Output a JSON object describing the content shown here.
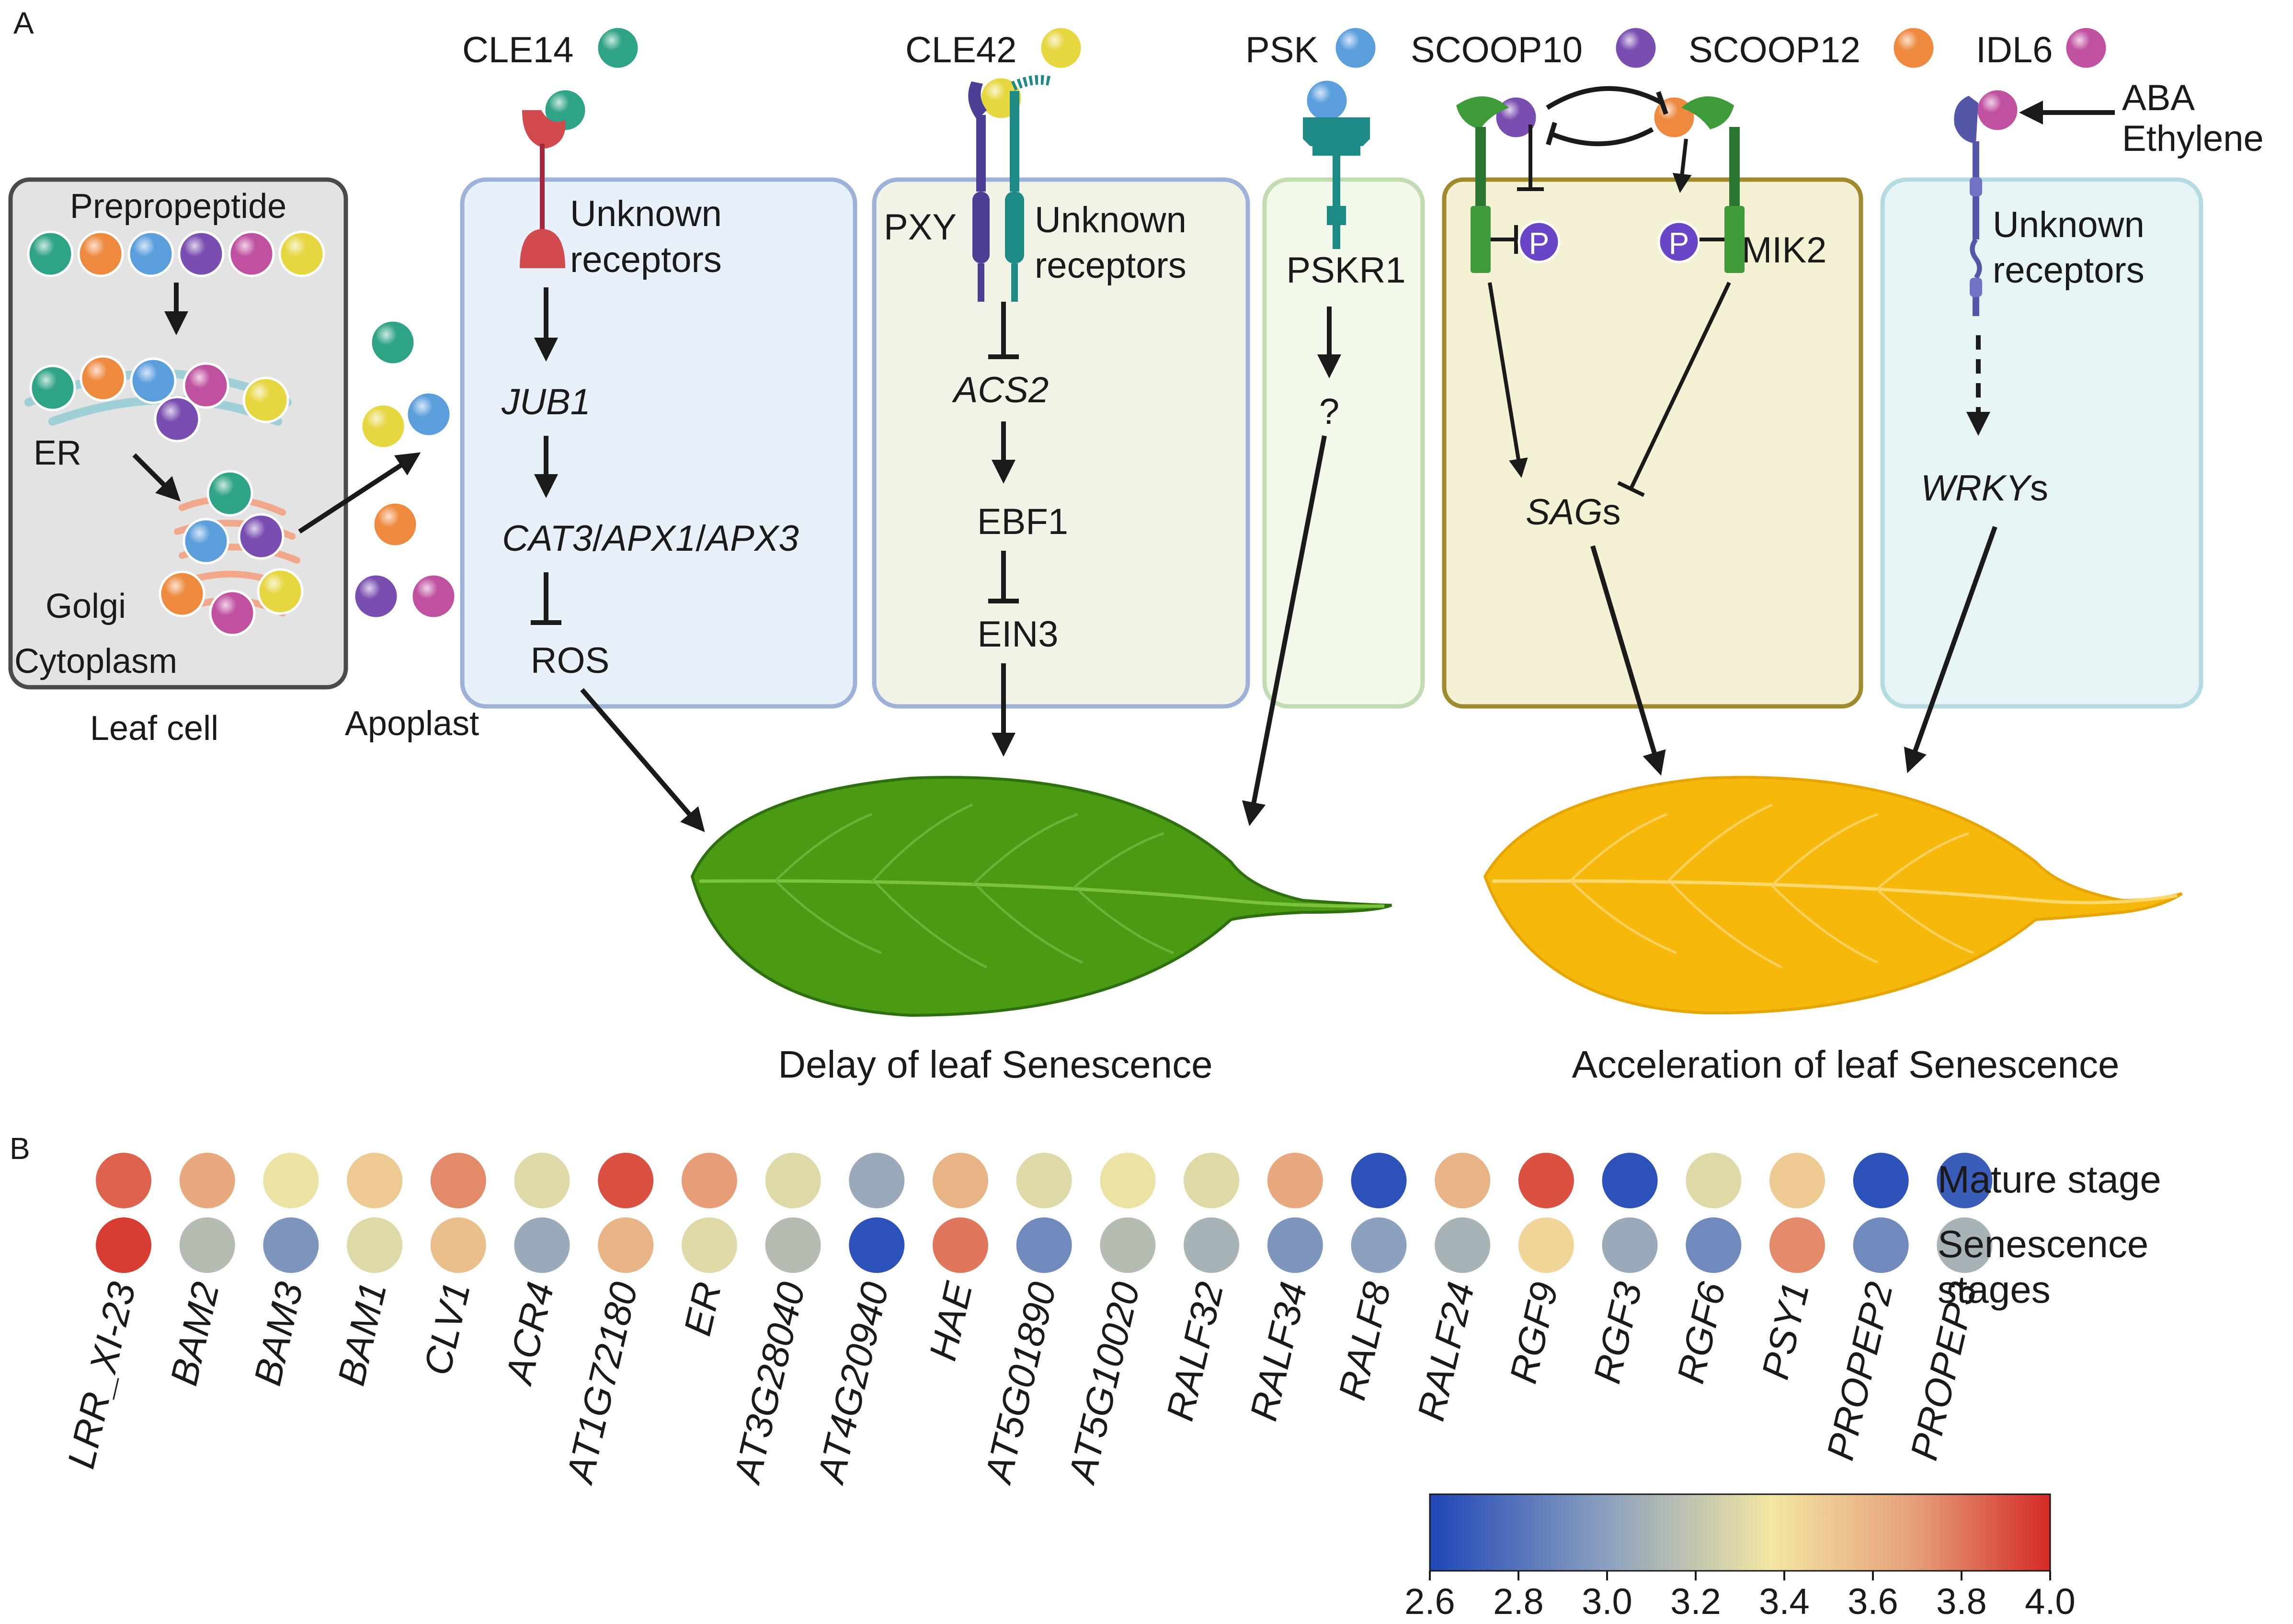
{
  "panel_a": {
    "label": "A",
    "leaf_cell": {
      "prepropeptide": "Prepropeptide",
      "er": "ER",
      "golgi": "Golgi",
      "cytoplasm": "Cytoplasm",
      "leaf_cell": "Leaf cell",
      "apoplast": "Apoplast"
    },
    "peptides": {
      "cle14": "CLE14",
      "cle42": "CLE42",
      "psk": "PSK",
      "scoop10": "SCOOP10",
      "scoop12": "SCOOP12",
      "idl6": "IDL6"
    },
    "colors": {
      "teal": "#2fa386",
      "orange": "#ee8a3f",
      "blue": "#5b9edc",
      "purple": "#7a4eb0",
      "pink": "#c050a0",
      "yellow": "#e6d640",
      "green_leaf": "#4b9a14",
      "yellow_leaf": "#f6b80b"
    },
    "box_cle14": {
      "unknown_receptors": [
        "Unknown",
        "receptors"
      ],
      "jub1": "JUB1",
      "cat3": "CAT3",
      "apx1": "APX1",
      "apx3": "APX3",
      "slash": "/",
      "ros": "ROS"
    },
    "box_cle42": {
      "pxy": "PXY",
      "unknown_receptors": [
        "Unknown",
        "receptors"
      ],
      "acs2": "ACS2",
      "ebf1": "EBF1",
      "ein3": "EIN3"
    },
    "box_psk": {
      "pskr1": "PSKR1",
      "question": "?"
    },
    "box_scoop": {
      "p": "P",
      "mik2": "MIK2",
      "sags_italic": "SAG",
      "sags_suffix": "s"
    },
    "box_idl6": {
      "aba": "ABA",
      "ethylene": "Ethylene",
      "unknown_receptors": [
        "Unknown",
        "receptors"
      ],
      "wrkys_italic": "WRKY",
      "wrkys_suffix": "s"
    },
    "outcomes": {
      "delay": "Delay of leaf Senescence",
      "acceleration": "Acceleration of leaf Senescence"
    }
  },
  "panel_b": {
    "label": "B",
    "rows": [
      "Mature stage",
      "Senescence",
      "stages"
    ],
    "colorbar_ticks": [
      "2.6",
      "2.8",
      "3.0",
      "3.2",
      "3.4",
      "3.6",
      "3.8",
      "4.0"
    ]
  },
  "chart_data": {
    "type": "heatmap",
    "title": "",
    "genes": [
      "LRR_XI-23",
      "BAM2",
      "BAM3",
      "BAM1",
      "CLV1",
      "ACR4",
      "AT1G72180",
      "ER",
      "AT3G28040",
      "AT4G20940",
      "HAE",
      "AT5G01890",
      "AT5G10020",
      "RALF32",
      "RALF34",
      "RALF8",
      "RALF24",
      "RGF9",
      "RGF3",
      "RGF6",
      "PSY1",
      "PROPEP2",
      "PROPEP3"
    ],
    "series": [
      {
        "name": "Mature stage",
        "values": [
          3.85,
          3.65,
          3.35,
          3.5,
          3.75,
          3.3,
          3.9,
          3.7,
          3.3,
          3.05,
          3.6,
          3.3,
          3.35,
          3.3,
          3.65,
          2.65,
          3.6,
          3.9,
          2.65,
          3.3,
          3.5,
          2.65,
          2.7
        ]
      },
      {
        "name": "Senescence stages",
        "values": [
          3.95,
          3.15,
          2.95,
          3.3,
          3.55,
          3.05,
          3.6,
          3.3,
          3.15,
          2.65,
          3.8,
          2.9,
          3.15,
          3.1,
          2.95,
          3.0,
          3.1,
          3.45,
          3.05,
          2.9,
          3.75,
          2.9,
          3.1
        ]
      }
    ],
    "colorbar": {
      "min": 2.6,
      "max": 4.0,
      "colors": [
        "#1e46b8",
        "#f2e6a2",
        "#d42a25"
      ]
    }
  }
}
